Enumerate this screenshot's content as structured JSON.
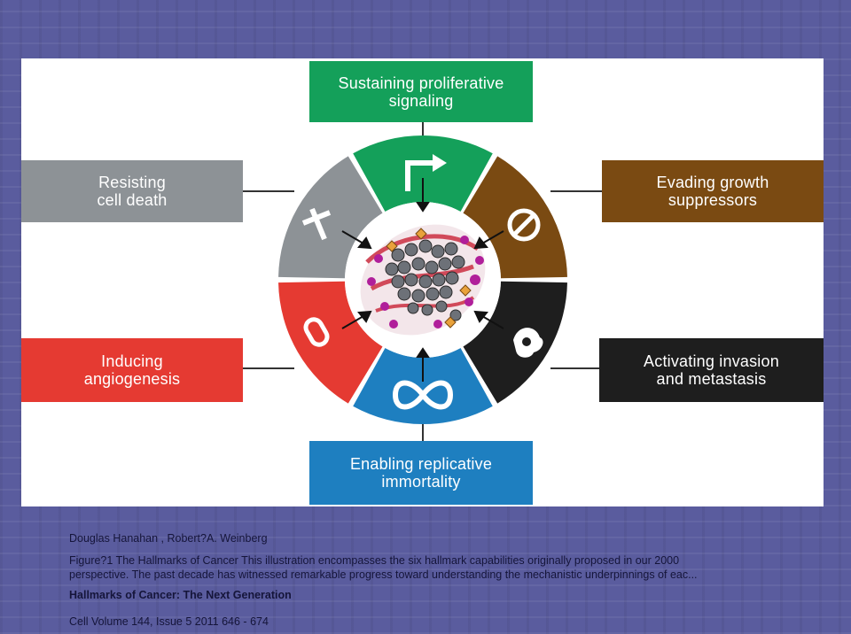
{
  "figure": {
    "hallmarks": [
      {
        "id": "proliferative",
        "label": "Sustaining proliferative\nsignaling",
        "color": "#14a05a",
        "icon": "arrow-icon"
      },
      {
        "id": "growth-suppressors",
        "label": "Evading growth\nsuppressors",
        "color": "#7a4a12",
        "icon": "no-sign-icon"
      },
      {
        "id": "invasion",
        "label": "Activating invasion\nand metastasis",
        "color": "#1e1e1e",
        "icon": "cell-icon"
      },
      {
        "id": "immortality",
        "label": "Enabling replicative\nimmortality",
        "color": "#1e7fc0",
        "icon": "infinity-icon"
      },
      {
        "id": "angiogenesis",
        "label": "Inducing\nangiogenesis",
        "color": "#e53a32",
        "icon": "vessel-icon"
      },
      {
        "id": "cell-death",
        "label": "Resisting\ncell death",
        "color": "#8d9296",
        "icon": "cross-icon"
      }
    ]
  },
  "caption": {
    "authors": "Douglas  Hanahan , Robert?A.  Weinberg",
    "line1": "Figure?1   The Hallmarks of Cancer  This illustration encompasses the six hallmark capabilities originally proposed in our 2000",
    "line2": "perspective. The past decade has witnessed remarkable progress toward understanding the mechanistic underpinnings of eac...",
    "title": " Hallmarks of Cancer: The Next Generation",
    "journal": "Cell Volume 144, Issue 5 2011 646 - 674"
  }
}
